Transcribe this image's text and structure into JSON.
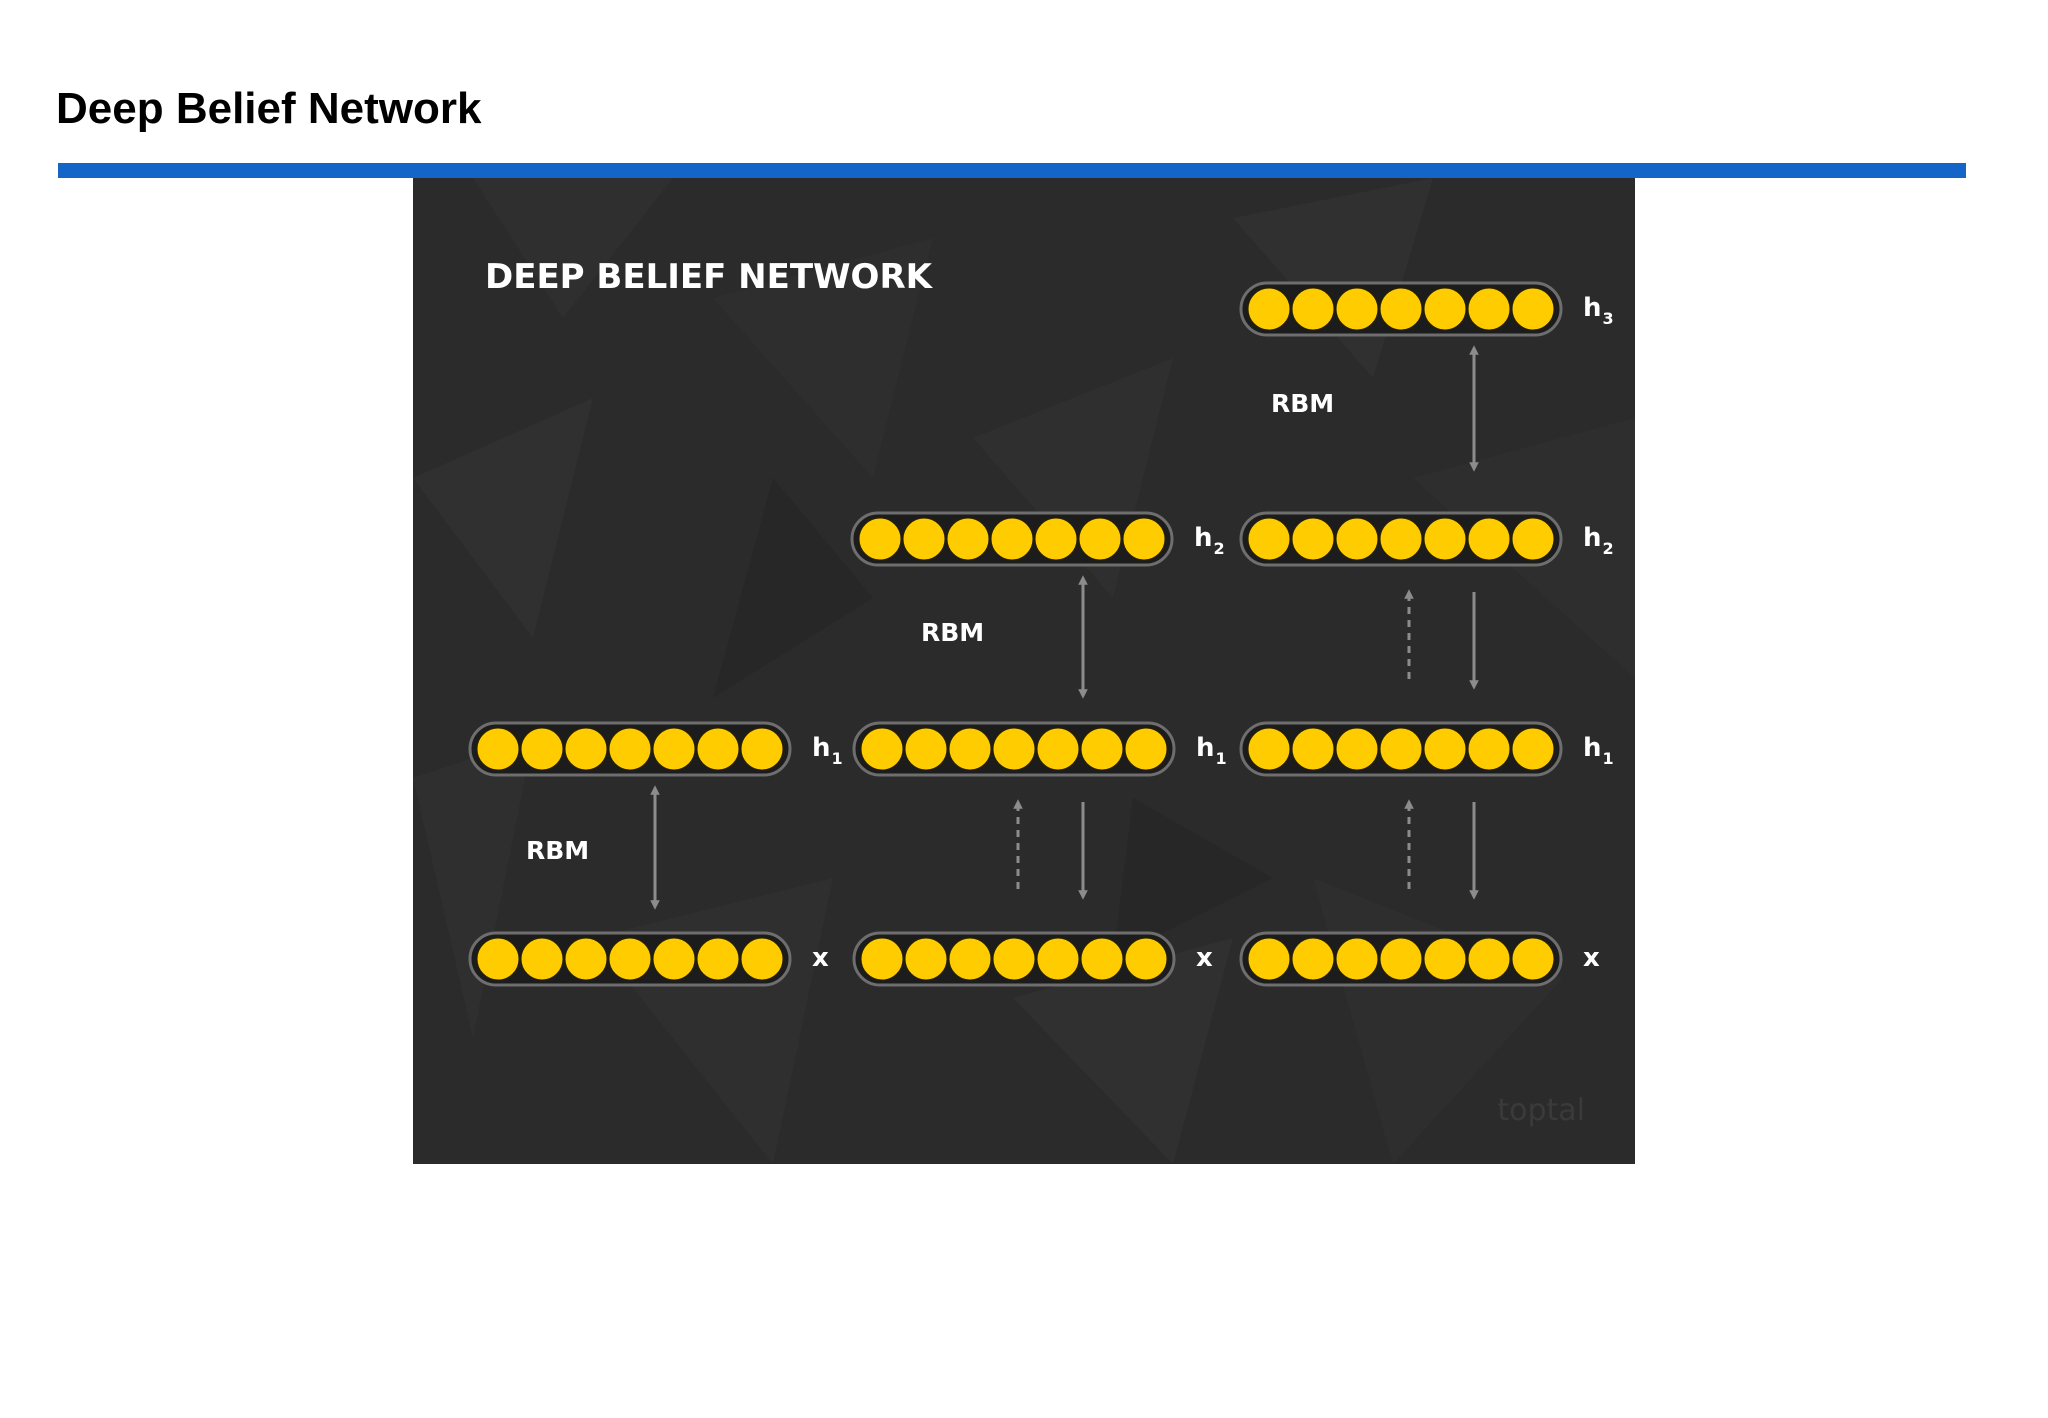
{
  "page": {
    "title": "Deep Belief Network",
    "rule_color": "#1565c8"
  },
  "figure": {
    "heading": "DEEP BELIEF NETWORK",
    "background_color": "#2b2b2b",
    "node_color": "#ffcc00",
    "arrow_color": "#8c8c8c",
    "watermark": "toptal",
    "nodes_per_layer": 7,
    "layers": [
      {
        "id": "stage1-h1",
        "sub": "h",
        "index": "1"
      },
      {
        "id": "stage1-x",
        "sub": "x",
        "index": ""
      },
      {
        "id": "stage2-h2",
        "sub": "h",
        "index": "2"
      },
      {
        "id": "stage2-h1",
        "sub": "h",
        "index": "1"
      },
      {
        "id": "stage2-x",
        "sub": "x",
        "index": ""
      },
      {
        "id": "stage3-h3",
        "sub": "h",
        "index": "3"
      },
      {
        "id": "stage3-h2",
        "sub": "h",
        "index": "2"
      },
      {
        "id": "stage3-h1",
        "sub": "h",
        "index": "1"
      },
      {
        "id": "stage3-x",
        "sub": "x",
        "index": ""
      }
    ],
    "rbm_labels": [
      "RBM",
      "RBM",
      "RBM"
    ]
  }
}
